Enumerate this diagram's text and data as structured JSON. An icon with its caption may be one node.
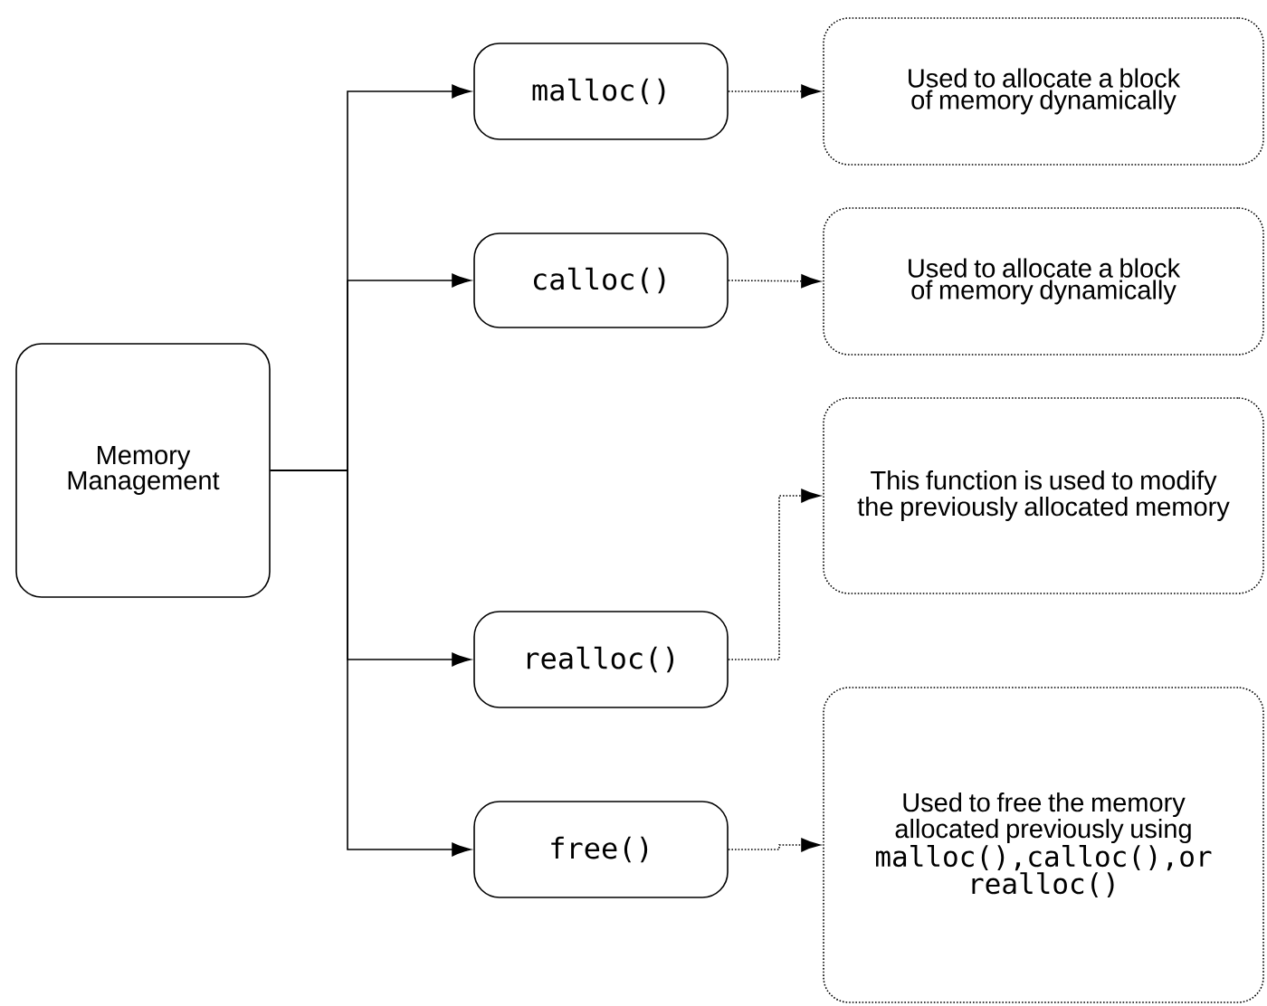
{
  "diagram": {
    "nodes": [
      {
        "text": [
          "Memory Management"
        ]
      },
      {
        "text": [
          "malloc()"
        ]
      },
      {
        "text": [
          "calloc()"
        ]
      },
      {
        "text": [
          "realloc()"
        ]
      },
      {
        "text": [
          "free()"
        ]
      },
      {
        "text": [
          "Used to allocate a block of memory dynamically"
        ]
      },
      {
        "text": [
          "Used to allocate a block of memory dynamically"
        ]
      },
      {
        "text": [
          "This function is used to modify the previously allocated memory"
        ]
      },
      {
        "text": [
          "Used to free the memory allocated previously using",
          "malloc(),calloc(),or realloc()"
        ]
      }
    ],
    "edges": [
      {
        "from": 0,
        "to": 1,
        "arrow": "to"
      },
      {
        "from": 0,
        "to": 2,
        "arrow": "to"
      },
      {
        "from": 0,
        "to": 3,
        "arrow": "to"
      },
      {
        "from": 0,
        "to": 4,
        "arrow": "to"
      },
      {
        "from": 1,
        "to": 5,
        "arrow": "to",
        "style": "dashed"
      },
      {
        "from": 2,
        "to": 6,
        "arrow": "to",
        "style": "dashed"
      },
      {
        "from": 3,
        "to": 7,
        "arrow": "to",
        "style": "dashed"
      },
      {
        "from": 4,
        "to": 8,
        "arrow": "to",
        "style": "dashed"
      }
    ]
  }
}
